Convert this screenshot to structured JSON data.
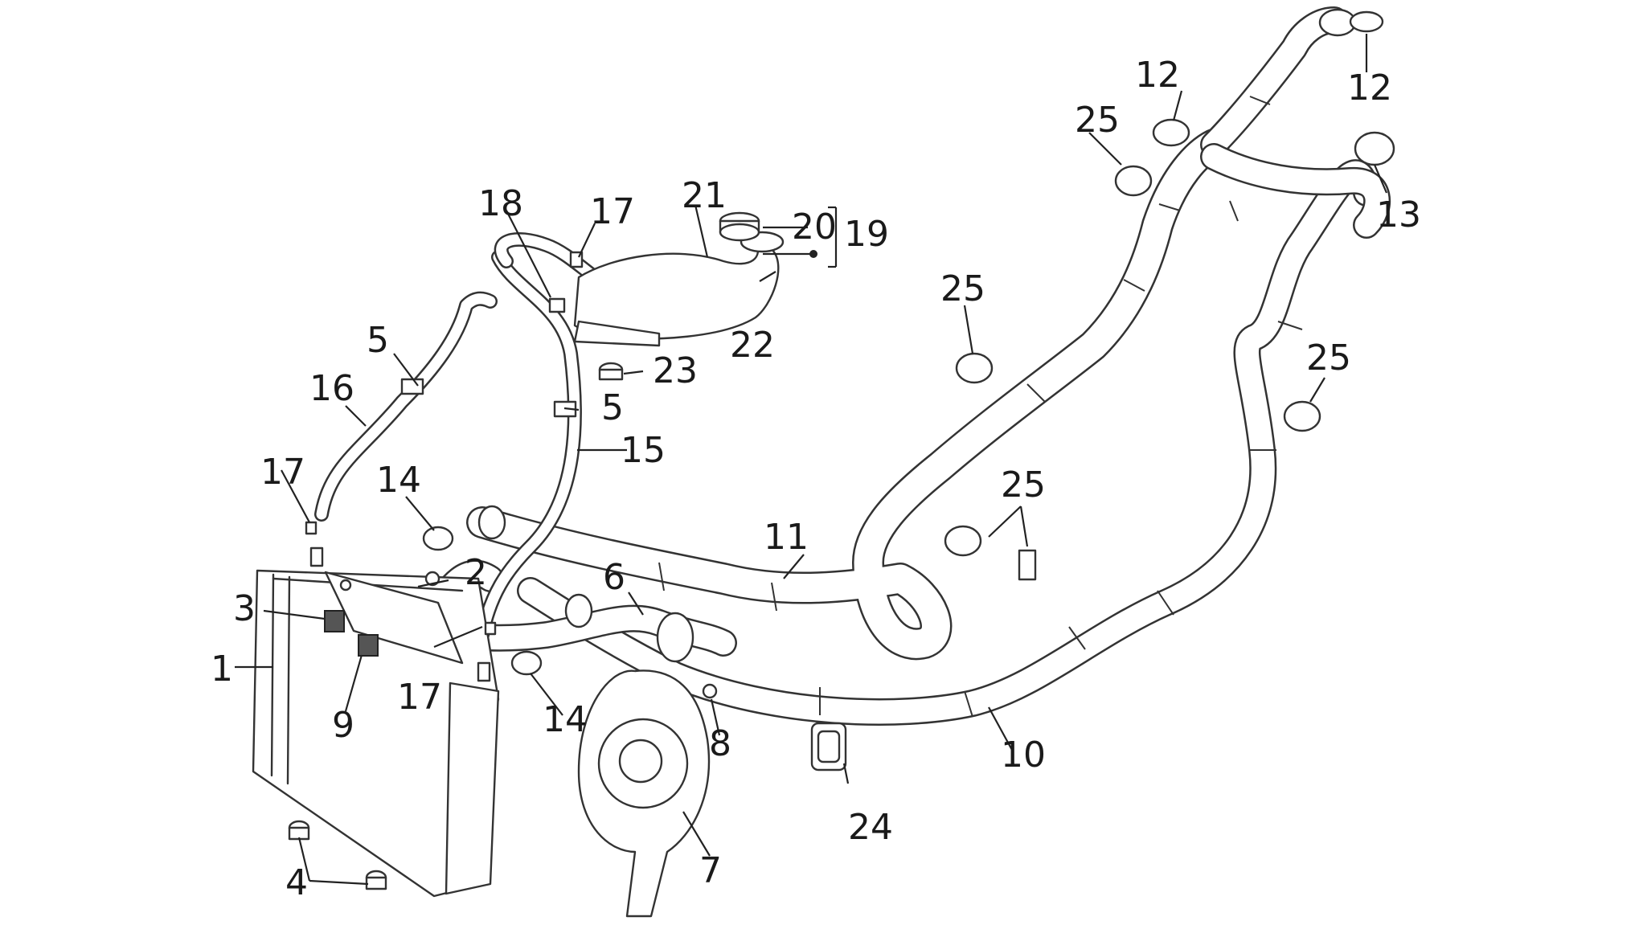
{
  "diagram": {
    "callouts": [
      {
        "id": "c1",
        "text": "1"
      },
      {
        "id": "c2",
        "text": "2"
      },
      {
        "id": "c3",
        "text": "3"
      },
      {
        "id": "c4",
        "text": "4"
      },
      {
        "id": "c5a",
        "text": "5"
      },
      {
        "id": "c5b",
        "text": "5"
      },
      {
        "id": "c6",
        "text": "6"
      },
      {
        "id": "c7",
        "text": "7"
      },
      {
        "id": "c8",
        "text": "8"
      },
      {
        "id": "c9",
        "text": "9"
      },
      {
        "id": "c10",
        "text": "10"
      },
      {
        "id": "c11",
        "text": "11"
      },
      {
        "id": "c12a",
        "text": "12"
      },
      {
        "id": "c12b",
        "text": "12"
      },
      {
        "id": "c13",
        "text": "13"
      },
      {
        "id": "c14a",
        "text": "14"
      },
      {
        "id": "c14b",
        "text": "14"
      },
      {
        "id": "c15",
        "text": "15"
      },
      {
        "id": "c16",
        "text": "16"
      },
      {
        "id": "c17a",
        "text": "17"
      },
      {
        "id": "c17b",
        "text": "17"
      },
      {
        "id": "c17c",
        "text": "17"
      },
      {
        "id": "c18",
        "text": "18"
      },
      {
        "id": "c19",
        "text": "19"
      },
      {
        "id": "c20",
        "text": "20"
      },
      {
        "id": "c21",
        "text": "21"
      },
      {
        "id": "c22",
        "text": "22"
      },
      {
        "id": "c23",
        "text": "23"
      },
      {
        "id": "c24",
        "text": "24"
      },
      {
        "id": "c25a",
        "text": "25"
      },
      {
        "id": "c25b",
        "text": "25"
      },
      {
        "id": "c25c",
        "text": "25"
      },
      {
        "id": "c25d",
        "text": "25"
      }
    ]
  }
}
